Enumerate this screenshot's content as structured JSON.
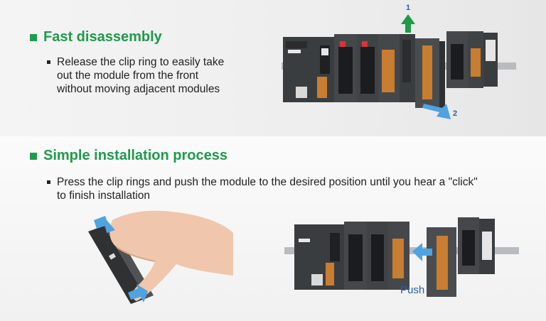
{
  "sections": [
    {
      "title": "Fast disassembly",
      "bullet": "Release the clip ring to easily take\nout the module from the front\nwithout moving adjacent modules",
      "step_labels": [
        "1",
        "2"
      ]
    },
    {
      "title": "Simple installation process",
      "bullet": "Press the clip rings and push the module to the desired position until you hear a \"click\"\nto finish installation",
      "push_label": "Push"
    }
  ],
  "colors": {
    "heading": "#1e9b4b",
    "module_body": "#3a3d40",
    "connector": "#c87d30",
    "arrow_green": "#1f9a48",
    "arrow_blue": "#4fa3e0"
  },
  "icons": {
    "arrow_up": "green-up-arrow",
    "arrow_out": "blue-diagonal-arrow",
    "arrow_push": "blue-left-arrow"
  }
}
